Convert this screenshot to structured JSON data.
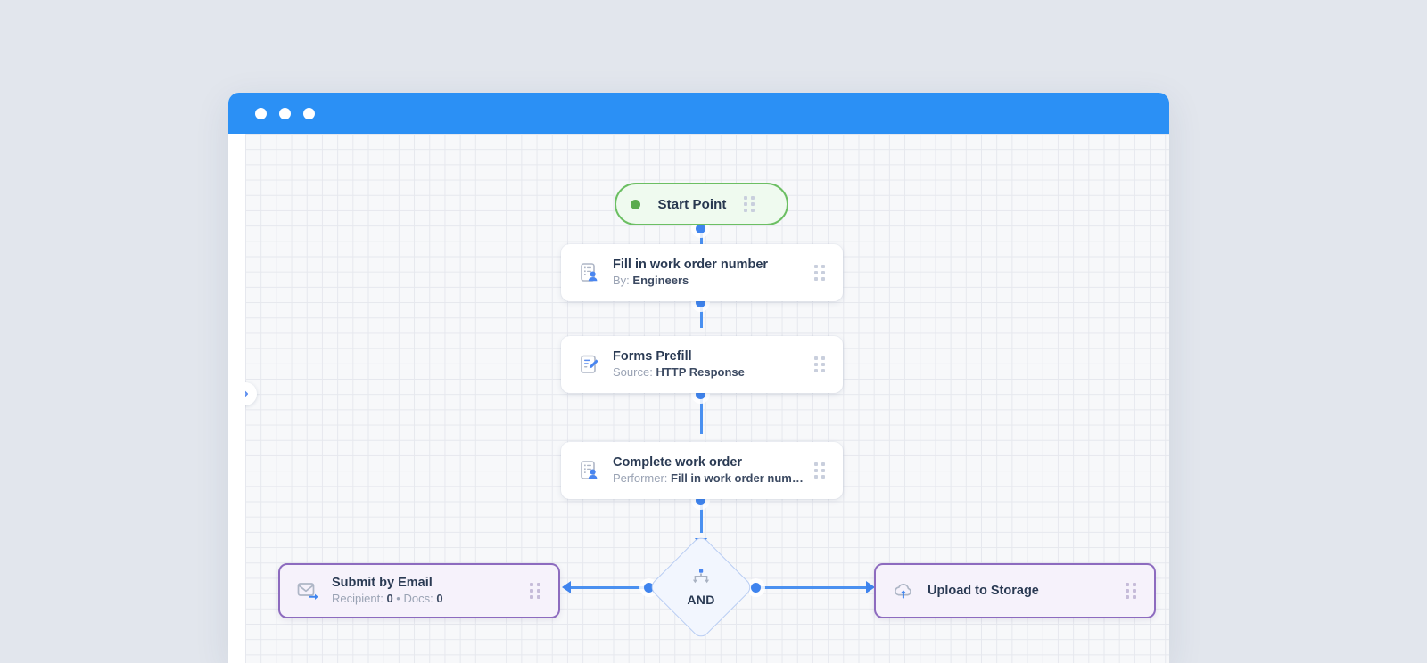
{
  "window": {
    "traffic_lights": [
      "close-dot",
      "minimize-dot",
      "maximize-dot"
    ]
  },
  "canvas": {
    "panel_toggle_icon": "chevron-right-icon"
  },
  "flow": {
    "start": {
      "label": "Start Point",
      "icon": "green-circle-icon",
      "handle_icon": "drag-handle-icon"
    },
    "steps": [
      {
        "title": "Fill in work order number",
        "sub_label": "By:",
        "sub_value": "Engineers",
        "icon": "form-assignee-icon",
        "handle_icon": "drag-handle-icon"
      },
      {
        "title": "Forms Prefill",
        "sub_label": "Source:",
        "sub_value": "HTTP Response",
        "icon": "document-edit-icon",
        "handle_icon": "drag-handle-icon"
      },
      {
        "title": "Complete work order",
        "sub_label": "Performer:",
        "sub_value": "Fill in work order num…",
        "icon": "form-assignee-icon",
        "handle_icon": "drag-handle-icon"
      }
    ],
    "gateway": {
      "label": "AND",
      "icon": "split-branch-icon"
    },
    "actions": [
      {
        "title": "Submit by Email",
        "meta": [
          {
            "label": "Recipient:",
            "value": "0"
          },
          {
            "label": "Docs:",
            "value": "0"
          }
        ],
        "separator": "•",
        "icon": "email-send-icon",
        "handle_icon": "drag-handle-icon"
      },
      {
        "title": "Upload to Storage",
        "meta": [],
        "icon": "cloud-upload-icon",
        "handle_icon": "drag-handle-icon"
      }
    ]
  },
  "colors": {
    "titlebar": "#2b90f5",
    "connector": "#3f84ee",
    "start_border": "#6cbf63",
    "start_fill": "#effaef",
    "action_border": "#8d6bbf",
    "action_fill": "#f6f2fb",
    "gateway_border": "#b9cdf3",
    "gateway_fill": "#f2f6fe",
    "page_background": "#e2e6ed"
  }
}
